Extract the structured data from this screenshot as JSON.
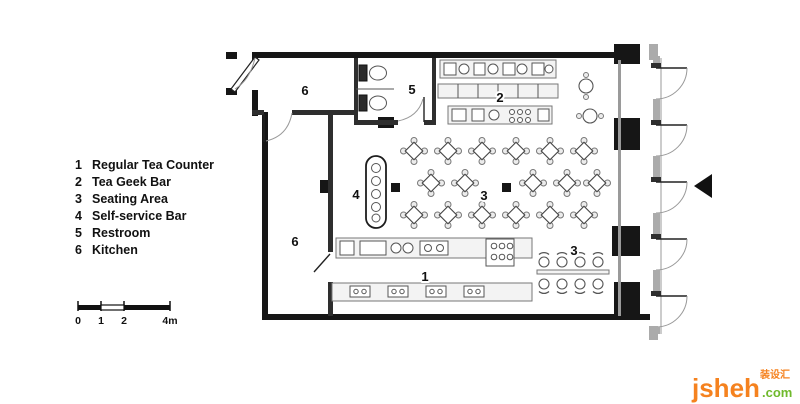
{
  "legend": {
    "items": [
      {
        "number": "1",
        "label": "Regular Tea Counter"
      },
      {
        "number": "2",
        "label": "Tea Geek Bar"
      },
      {
        "number": "3",
        "label": "Seating Area"
      },
      {
        "number": "4",
        "label": "Self-service Bar"
      },
      {
        "number": "5",
        "label": "Restroom"
      },
      {
        "number": "6",
        "label": "Kitchen"
      }
    ]
  },
  "scale_bar": {
    "ticks": [
      "0",
      "1",
      "2",
      "4m"
    ]
  },
  "plan": {
    "labels": {
      "kitchen_top": "6",
      "restroom": "5",
      "tea_geek_bar": "2",
      "self_service_bar": "4",
      "seating_main": "3",
      "kitchen_left": "6",
      "tea_counter": "1",
      "seating_right": "3"
    }
  },
  "watermark": {
    "name": "jsheh",
    "tld": ".com",
    "cn_text": "装设汇"
  },
  "colors": {
    "wall": "#161616",
    "orange": "#f5821f",
    "green": "#6fb92c"
  }
}
